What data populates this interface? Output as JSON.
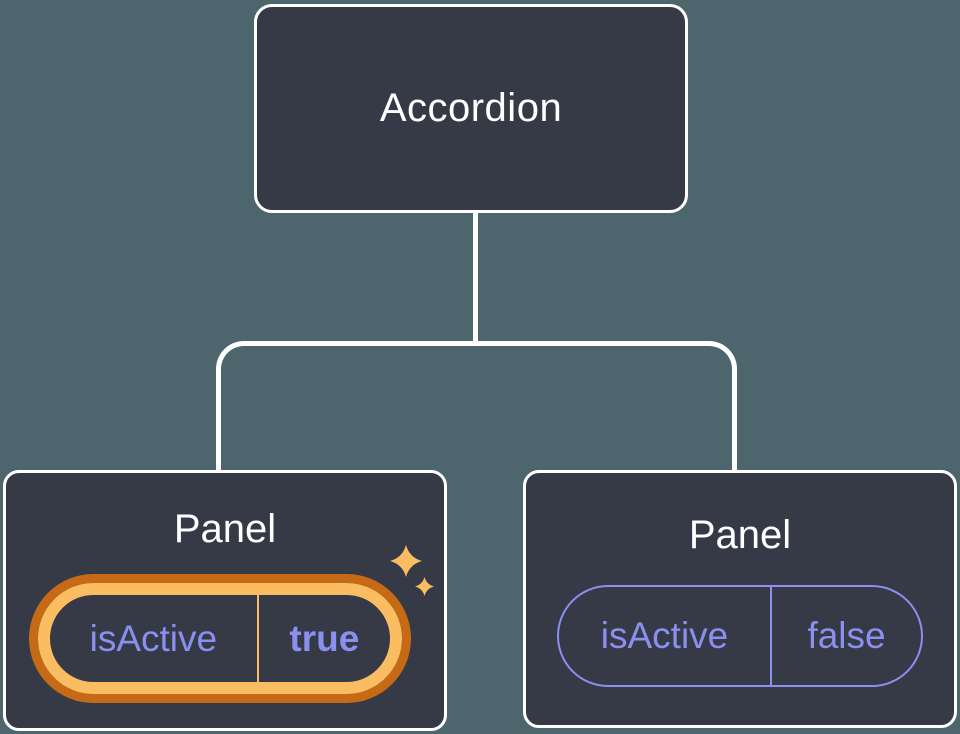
{
  "colors": {
    "background": "#4D656C",
    "node-fill": "#353A46",
    "node-border": "#FFFFFF",
    "connector": "#FFFFFF",
    "text-primary": "#FFFFFF",
    "accent-purple": "#8A8FF0",
    "highlight-orange-dark": "#C76A15",
    "highlight-orange-light": "#FABD62"
  },
  "tree": {
    "root": {
      "label": "Accordion"
    },
    "children": [
      {
        "label": "Panel",
        "highlighted": true,
        "icon": "sparkles-icon",
        "state": {
          "key": "isActive",
          "value": "true"
        }
      },
      {
        "label": "Panel",
        "highlighted": false,
        "state": {
          "key": "isActive",
          "value": "false"
        }
      }
    ]
  }
}
